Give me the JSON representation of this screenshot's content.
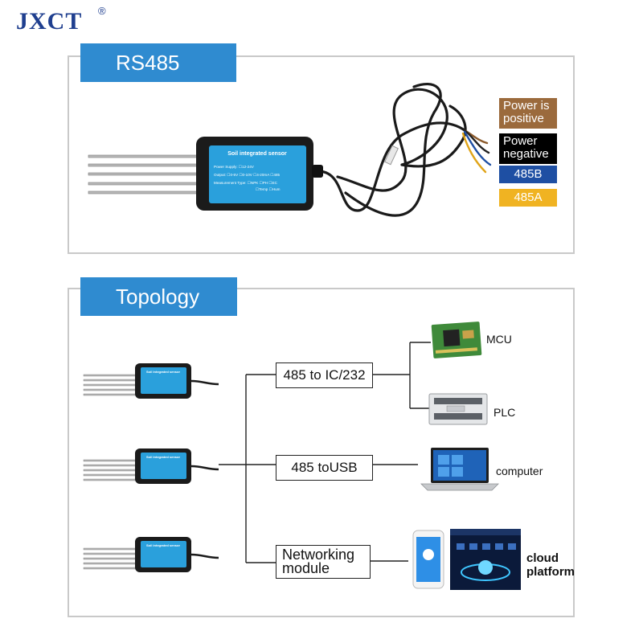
{
  "brand": {
    "name": "JXCT",
    "reg": "®"
  },
  "rs485": {
    "header": "RS485",
    "sensor": {
      "title": "Soil integrated sensor",
      "rows": [
        "Power Supply:  ☐12-24V",
        "Output:  ☐0-5V ☐0-10V ☐4-20mA ☐485",
        "Measurement Type: ☐NPK ☐PH ☐EC",
        "☐Temp ☐Hum"
      ]
    },
    "wires": [
      {
        "label": "Power is positive",
        "lines": [
          "Power is",
          "positive"
        ],
        "color": "#9b6a3c"
      },
      {
        "label": "Power negative",
        "lines": [
          "Power",
          "negative"
        ],
        "color": "#000000"
      },
      {
        "label": "485B",
        "color": "#1e4fa3"
      },
      {
        "label": "485A",
        "color": "#f0b322"
      }
    ]
  },
  "topology": {
    "header": "Topology",
    "mini_sensor_title": "Soil integrated sensor",
    "boxes": {
      "ic": "485 to IC/232",
      "usb": "485 toUSB",
      "net_line1": "Networking",
      "net_line2": "module"
    },
    "targets": {
      "mcu": "MCU",
      "plc": "PLC",
      "computer": "computer",
      "cloud_line1": "cloud",
      "cloud_line2": "platform"
    }
  }
}
